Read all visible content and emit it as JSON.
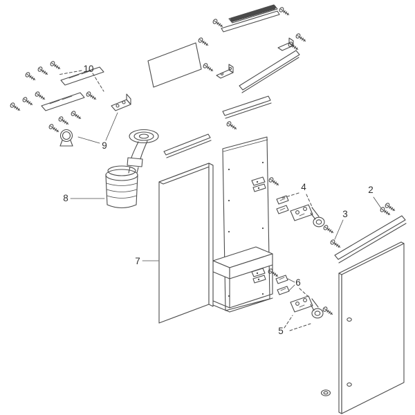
{
  "diagram": {
    "kind": "exploded-parts-diagram",
    "background_color": "#ffffff",
    "line_color": "#4a4a4a",
    "label_color": "#2e2e2e",
    "labels": {
      "2": "2",
      "3": "3",
      "4": "4",
      "5": "5",
      "6": "6",
      "7": "7",
      "8": "8",
      "9": "9",
      "10": "10"
    }
  }
}
